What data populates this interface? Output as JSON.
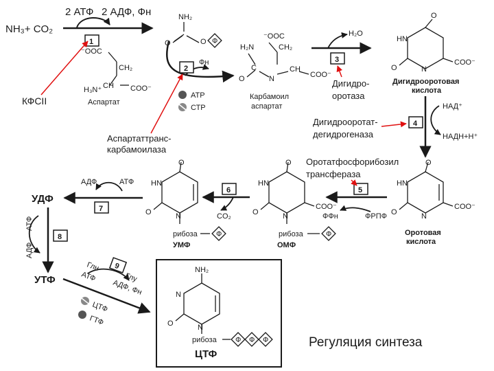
{
  "reactants": {
    "start": "NH₃+ CO₂"
  },
  "step1": {
    "number": "1",
    "atp": "2 АТФ",
    "adp": "2 АДФ, Фн",
    "aspartate": "Аспартат"
  },
  "step2": {
    "number": "2",
    "pi": "Фн",
    "carbamoyl_aspartate_line1": "Карбамоил",
    "carbamoyl_aspartate_line2": "аспартат",
    "reg_atp": "АТР",
    "reg_ctp": "СТР"
  },
  "step3": {
    "number": "3",
    "water": "H₂O",
    "product_line1": "Дигидрооротовая",
    "product_line2": "кислота"
  },
  "step4": {
    "number": "4",
    "nad": "НАД⁺",
    "nadh": "НАДН+Н⁺"
  },
  "step5": {
    "number": "5",
    "prpp": "ФРПФ",
    "ppi": "ФФн",
    "product_line1": "Оротовая",
    "product_line2": "кислота",
    "omp": "ОМФ",
    "ribose": "рибоза"
  },
  "step6": {
    "number": "6",
    "co2": "CO₂",
    "ump": "УМФ",
    "ribose": "рибоза"
  },
  "step7": {
    "number": "7",
    "adp": "АДФ",
    "atp": "АТФ",
    "udp": "УДФ"
  },
  "step8": {
    "number": "8",
    "atp": "АТФ",
    "adp": "АДФ",
    "utp": "УТФ"
  },
  "step9": {
    "number": "9",
    "gln": "Глн",
    "atp": "АТФ",
    "glu": "Глу",
    "adp_pi": "АДФ, Фн",
    "reg_ctp": "ЦТФ",
    "reg_gtp": "ГТФ"
  },
  "ctp_box": {
    "name": "ЦТФ",
    "ribose": "рибоза",
    "nh2": "NH₂"
  },
  "phosphate": "Ф",
  "annotations": {
    "kfs": "КФСII",
    "atc_line1": "Аспартаттранс-",
    "atc_line2": "карбамоилаза",
    "dhoase_line1": "Дигидро-",
    "dhoase_line2": "оротаза",
    "dhodh_line1": "Дигидрооротат-",
    "dhodh_line2": "дегидрогеназа",
    "oprt_line1": "Оротатфосфорибозил",
    "oprt_line2": "трансфераза",
    "regulation": "Регуляция синтеза"
  },
  "colors": {
    "annotation_arrow": "#e01010",
    "ink": "#1a1a1a"
  }
}
